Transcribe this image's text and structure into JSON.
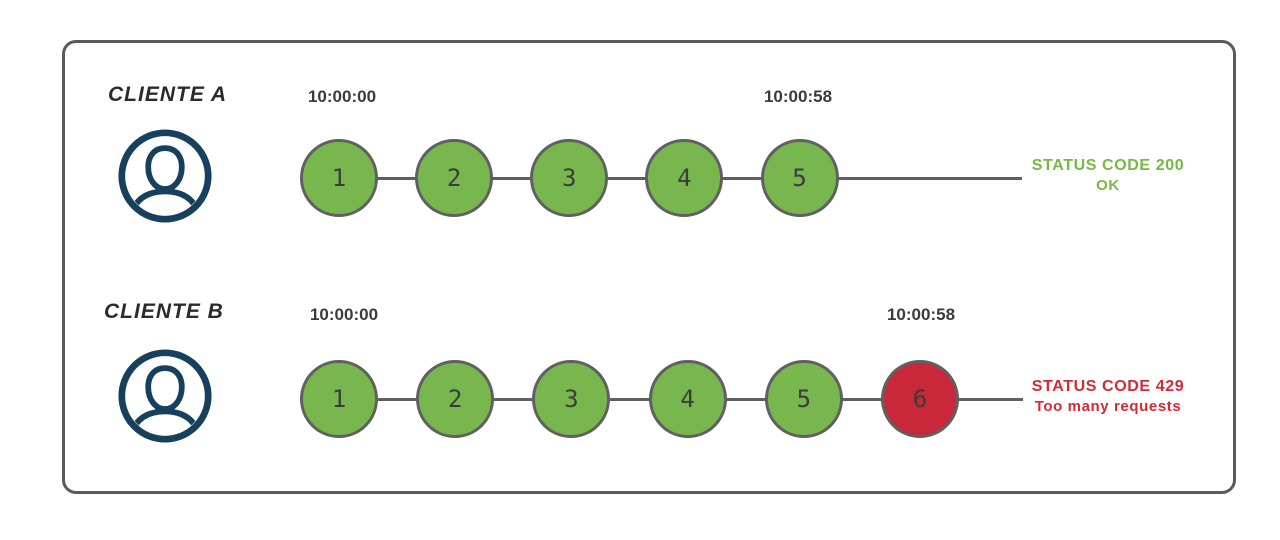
{
  "diagram": {
    "title_hint": "rate limiting diagram",
    "rows": [
      {
        "client_label": "CLIENTE A",
        "start_time": "10:00:00",
        "end_time": "10:00:58",
        "requests": [
          {
            "label": "1",
            "state": "ok"
          },
          {
            "label": "2",
            "state": "ok"
          },
          {
            "label": "3",
            "state": "ok"
          },
          {
            "label": "4",
            "state": "ok"
          },
          {
            "label": "5",
            "state": "ok"
          }
        ],
        "status": {
          "line1": "STATUS CODE 200",
          "line2": "OK",
          "color": "#76b843"
        }
      },
      {
        "client_label": "CLIENTE B",
        "start_time": "10:00:00",
        "end_time": "10:00:58",
        "requests": [
          {
            "label": "1",
            "state": "ok"
          },
          {
            "label": "2",
            "state": "ok"
          },
          {
            "label": "3",
            "state": "ok"
          },
          {
            "label": "4",
            "state": "ok"
          },
          {
            "label": "5",
            "state": "ok"
          },
          {
            "label": "6",
            "state": "blocked"
          }
        ],
        "status": {
          "line1": "STATUS CODE 429",
          "line2": "Too many requests",
          "color": "#d22b35"
        }
      }
    ],
    "colors": {
      "request_ok": "#77b74e",
      "request_blocked": "#c8283a",
      "request_border": "#606060",
      "line": "#5f5f5f",
      "avatar": "#17405c",
      "timestamp": "#3a3a3a",
      "client_label": "#2b2b2b",
      "box_border": "#5a5a5a"
    }
  }
}
